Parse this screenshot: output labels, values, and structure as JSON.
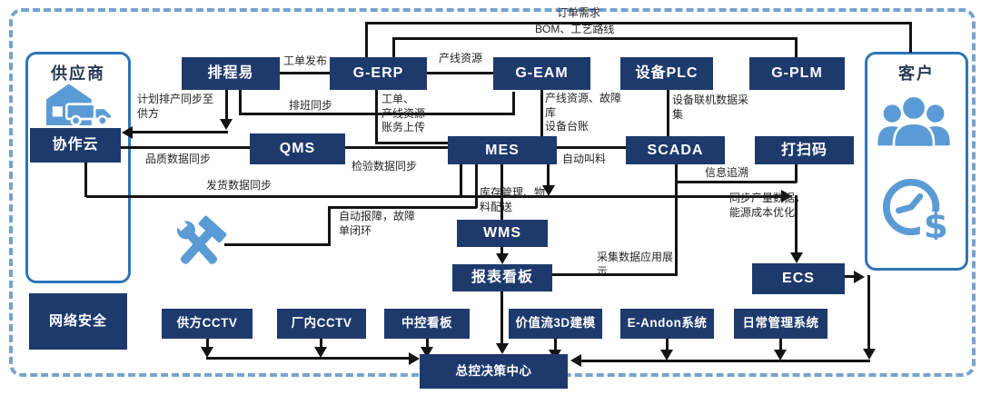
{
  "containers": {
    "supplier": {
      "title": "供应商"
    },
    "customer": {
      "title": "客户"
    }
  },
  "boxes": {
    "paichengyi": "排程易",
    "g_erp": "G-ERP",
    "g_eam": "G-EAM",
    "shebei_plc": "设备PLC",
    "g_plm": "G-PLM",
    "xiezuoyun": "协作云",
    "qms": "QMS",
    "mes": "MES",
    "scada": "SCADA",
    "dasaoma": "打扫码",
    "wms": "WMS",
    "baobiao_kanban": "报表看板",
    "ecs": "ECS",
    "wangluo_anquan": "网络安全",
    "gongfang_cctv": "供方CCTV",
    "changnei_cctv": "厂内CCTV",
    "zhongkong_kanban": "中控看板",
    "jiazhiliu_3d": "价值流3D建模",
    "e_andon": "E-Andon系统",
    "richang_guanli": "日常管理系统",
    "zongkong_juece": "总控决策中心"
  },
  "edge_labels": {
    "dingdan_xuqiu": "订单需求",
    "bom_gongyi": "BOM、工艺路线",
    "gongdan_fabu": "工单发布",
    "chanxian_ziyuan": "产线资源",
    "jihua_paichan": "计划排产同步至\n供方",
    "paiban_tongbu": "排班同步",
    "gongdan_shangchuan": "工单、\n产线资源\n账务上传",
    "chanxian_guzhang": "产线资源、故障\n库\n设备台账",
    "shebei_lianji": "设备联机数据采\n集",
    "pinzhi_tongbu": "品质数据同步",
    "jianyan_tongbu": "检验数据同步",
    "zidong_jiaoliao": "自动叫料",
    "xinxi_zhuisu": "信息追溯",
    "fahuo_tongbu": "发货数据同步",
    "kucun_guanli": "库存管理、物\n料配送",
    "zidong_baozhang": "自动报障，故障\n单闭环",
    "tongbu_chanliang": "同步产量数据，\n能源成本优化",
    "caiji_shuju": "采集数据应用展\n示"
  },
  "icons": {
    "supplier_icon": "house-and-truck-icon",
    "tools_icon": "hammer-wrench-icon",
    "customer_people_icon": "people-group-icon",
    "time_money_icon": "clock-dollar-icon"
  },
  "colors": {
    "node_navy": "#1e3a6d",
    "icon_blue": "#5b9bd5",
    "container_border_blue": "#2e75b6",
    "dashed_border_blue": "#76a3cd",
    "connector_black": "#141414"
  }
}
